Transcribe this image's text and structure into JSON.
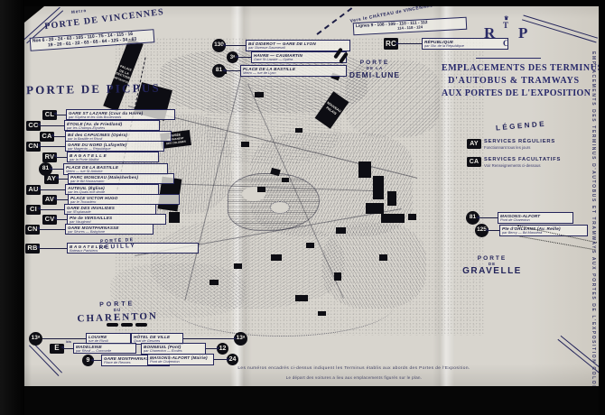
{
  "colors": {
    "paper": "#d8d5ce",
    "ink": "#23245a",
    "black": "#0d0d13"
  },
  "vincennes": {
    "metro": "Métro",
    "name": "PORTE DE VINCENNES",
    "lines1": "Nos 6 - 20 - 24 - 63 - 105 - 110 - 75 - 14 - 115 - 16",
    "lines2": "19 - 20 - 61 - 22 - 63 - 65 - 64 - 125 - 34 - 63"
  },
  "chateau": {
    "vers": "Vers le CHÂTEAU de VINCENNES",
    "lignes1": "Lignes 9 - 108 - 109 - 110 - 111 - 112",
    "lignes2": "114 - 118 - 124"
  },
  "top_rows": [
    {
      "badge": "130",
      "l1": "Bd DIDEROT — GARE DE LYON",
      "l2": "par l'Avenue Daumesnil"
    },
    {
      "badge": "3ᵃ",
      "l1": "HAVRE — CAUMARTIN",
      "l2": "Gare St Lazare — Opéra"
    },
    {
      "badge": "81",
      "l1": "PLACE DE LA BASTILLE",
      "l2": "Métro — rue de Lyon"
    }
  ],
  "rc_row": {
    "badge": "RC",
    "l1": "RÉPUBLIQUE",
    "l2": "par l'Av. de la République"
  },
  "demi_lune": {
    "l1": "PORTE",
    "l2": "DE LA",
    "l3": "DEMI-LUNE"
  },
  "picpus": {
    "heading": "PORTE DE PICPUS",
    "rows": [
      {
        "badge": "CL",
        "l1": "GARE ST LAZARE (Cour du Havre)",
        "l2": "par l'Opéra et les Gds Boulevards"
      },
      {
        "badge": "CC",
        "l1": "ÉTOILE (Av. de Friedland)",
        "l2": "par les Champs-Élysées"
      },
      {
        "badge": "CA",
        "l1": "Bd des CAPUCINES (Opéra)",
        "l2": "par la Bastille et Rivoli"
      },
      {
        "badge": "CN",
        "l1": "GARE DU NORD (Lafayette)",
        "l2": "par Magenta — République"
      },
      {
        "badge": "RV",
        "l1": "B A G A T E L L E",
        "l2": "par la Porte Maillot"
      },
      {
        "badge": "81",
        "l1": "PLACE DE LA BASTILLE",
        "l2": "Métro — rue St Antoine"
      },
      {
        "badge": "AY",
        "l1": "PARC MONCEAU (Malesherbes)",
        "l2": "par le Bd Haussmann"
      },
      {
        "badge": "AU",
        "l1": "AUTEUIL (Église)",
        "l2": "par les Quais rive droite"
      },
      {
        "badge": "AV",
        "l1": "PLACE VICTOR HUGO",
        "l2": "par le Trocadéro"
      },
      {
        "badge": "CI",
        "l1": "GARE DES INVALIDES",
        "l2": "par l'Esplanade"
      },
      {
        "badge": "CV",
        "l1": "Pte de VERSAILLES",
        "l2": "par Vaugirard"
      },
      {
        "badge": "CN",
        "l1": "GARE MONTPARNASSE",
        "l2": "par Sèvres — Babylone"
      },
      {
        "badge": "RB",
        "l1": "B A G A T E L L E",
        "l2": "Bateaux Parisiens"
      }
    ]
  },
  "reuilly": {
    "l1": "PORTE DE",
    "l2": "REUILLY"
  },
  "title": {
    "mono_t": "T",
    "mono_r": "R",
    "mono_c": "C",
    "mono_p": "P",
    "crown": "♛",
    "line1": "EMPLACEMENTS DES TERMINUS",
    "line2": "D'AUTOBUS & TRAMWAYS",
    "line3": "AUX PORTES DE L'EXPOSITION"
  },
  "legend": {
    "heading": "LÉGENDE",
    "items": [
      {
        "badge": "AY",
        "label": "SERVICES RÉGULIERS",
        "sub": "Fonctionnant tous les jours"
      },
      {
        "badge": "CA",
        "label": "SERVICES FACULTATIFS",
        "sub": "Voir Renseignements ci-dessous"
      }
    ]
  },
  "gravelle": {
    "rows": [
      {
        "badge": "81",
        "l1": "MAISONS-ALFORT",
        "l2": "Pont de Charenton"
      },
      {
        "badge": "125",
        "l1": "Pte d'ORLÉANS (Av. Reille)",
        "l2": "par Bercy — Bd Masséna"
      }
    ],
    "l1": "PORTE",
    "l2": "DE",
    "l3": "GRAVELLE"
  },
  "charenton": {
    "l1": "PORTE",
    "l2": "DU",
    "l3": "CHARENTON",
    "row13a": {
      "badge": "13ᵃ",
      "box1": {
        "l1": "LOUVRE",
        "l2": "rue de Rivoli"
      },
      "box2": {
        "l1": "HÔTEL DE VILLE",
        "l2": "Quai de Gesvres"
      }
    },
    "rowE": {
      "badge": "E",
      "sup": "bis",
      "l1": "MADELEINE",
      "l2": "par Rivoli — Concorde"
    },
    "row9": {
      "badge": "9",
      "l1": "GARE MONTPARNASSE",
      "l2": "Place de Rennes"
    },
    "row12": {
      "badge": "12",
      "l1": "BONNEUIL (Pont)",
      "l2": "par Charenton — Écoles"
    },
    "row24": {
      "badge": "24",
      "l1": "MAISONS-ALFORT (Mairie)",
      "l2": "Pont de Charenton"
    }
  },
  "map_labels": {
    "palais": {
      "l1": "PALAIS",
      "l2": "DE LA",
      "l3": "SECTION",
      "l4": "MÉTROPOLITAINE"
    },
    "musee": {
      "l1": "MUSÉE",
      "l2": "PERMANENT",
      "l3": "DES COLONIES"
    },
    "nouveau": {
      "l1": "NOUVEAU",
      "l2": "PALAIS"
    }
  },
  "captions": {
    "line1": "Les numéros encadrés ci-dessus indiquent les Terminus établis aux abords des Portes de l'Exposition.",
    "line2": "Le départ des voitures a lieu aux emplacements figurés sur le plan."
  },
  "margin_text": "EMPLACEMENTS DES TERMINUS D'AUTOBUS ET TRAMWAYS AUX PORTES DE L'EXPOSITION COLONIALE"
}
